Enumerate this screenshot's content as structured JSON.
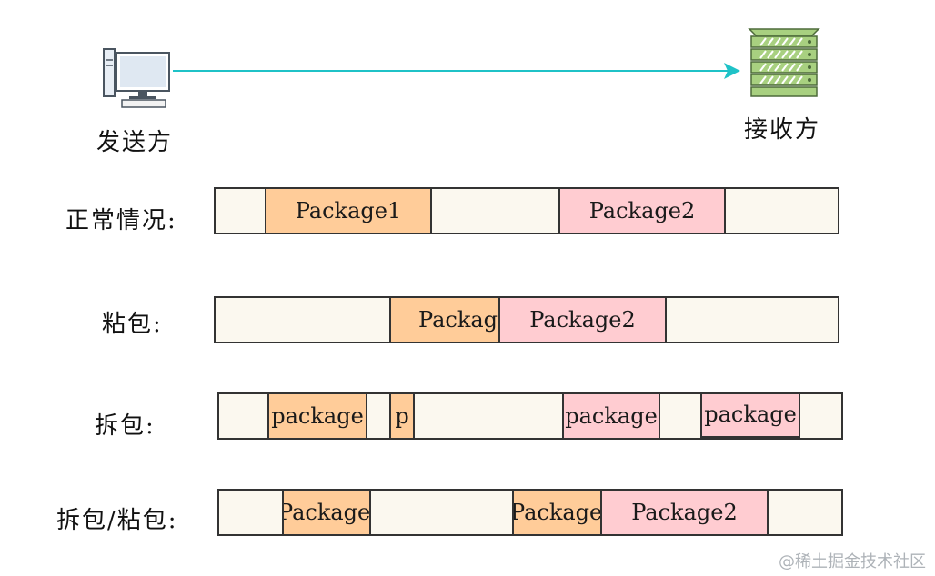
{
  "colors": {
    "arrow": "#1fc2c7",
    "package1": "#ffcc99",
    "package2": "#ffccd1",
    "track": "#fbf8ef"
  },
  "sender": {
    "label": "发送方",
    "icon": "computer-icon"
  },
  "receiver": {
    "label": "接收方",
    "icon": "server-icon"
  },
  "rows": [
    {
      "label": "正常情况:",
      "segments": [
        "Package1",
        "Package2"
      ]
    },
    {
      "label": "粘包:",
      "segments": [
        "Packag",
        "Package2"
      ]
    },
    {
      "label": "拆包:",
      "segments": [
        "package",
        "p",
        "package",
        "package"
      ]
    },
    {
      "label": "拆包/粘包:",
      "segments": [
        "Package",
        "Package",
        "Package2"
      ]
    }
  ],
  "watermark": "@稀土掘金技术社区"
}
